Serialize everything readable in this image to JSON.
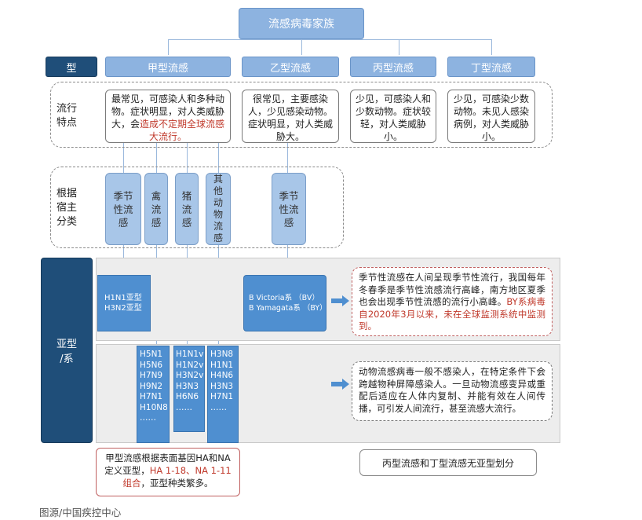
{
  "title": "流感病毒家族",
  "type_label": "型",
  "types": [
    "甲型流感",
    "乙型流感",
    "丙型流感",
    "丁型流感"
  ],
  "epi_label": "流行\n特点",
  "epi": {
    "a_plain": "最常见，可感染人和多种动物。症状明显，对人类威胁大，会",
    "a_red": "造成不定期全球流感大流行。",
    "b": "很常见，主要感染人，少见感染动物。症状明显，对人类威胁大。",
    "c": "少见，可感染人和少数动物。症状较轻，对人类威胁小。",
    "d": "少见，可感染少数动物。未见人感染病例，对人类威胁小。"
  },
  "host_label": "根据\n宿主\n分类",
  "hosts_a": [
    "季节\n性流\n感",
    "禽\n流\n感",
    "猪\n流\n感",
    "其\n他\n动\n物\n流\n感"
  ],
  "host_b": "季节\n性流\n感",
  "subtype_label": "亚型\n/系",
  "seasonal_a": "H1N1亚型\nH3N2亚型",
  "seasonal_b": "B Victoria系 （BV）\nB Yamagata系 （BY）",
  "seasonal_note_plain": "季节性流感在人间呈现季节性流行，我国每年冬春季是季节性流感流行高峰，南方地区夏季也会出现季节性流感的流行小高峰。",
  "seasonal_note_red": "BY系病毒自2020年3月以来，未在全球监测系统中监测到。",
  "avian": [
    "H5N1",
    "H5N6",
    "H7N9",
    "H9N2",
    "H7N1",
    "H10N8",
    "……"
  ],
  "swine": [
    "H1N1v",
    "H1N2v",
    "H3N2v",
    "H3N3",
    "H6N6",
    "……"
  ],
  "other": [
    "H3N8",
    "H1N1",
    "H4N6",
    "H3N3",
    "H7N1",
    "……"
  ],
  "animal_note": "动物流感病毒一般不感染人，在特定条件下会跨越物种屏障感染人。一旦动物流感变异或重配后适应在人体内复制、并能有效在人间传播，可引发人间流行，甚至流感大流行。",
  "a_subtype_note_plain": "甲型流感根据表面基因HA和NA定义亚型，",
  "a_subtype_note_red": "HA 1-18、NA 1-11组合",
  "a_subtype_note_tail": "，亚型种类繁多。",
  "cd_note": "丙型流感和丁型流感无亚型划分",
  "source": "图源/中国疾控中心",
  "colors": {
    "header_blue": "#8db3e0",
    "dark_navy": "#1f4e79",
    "mid_blue": "#4f8fd0",
    "red": "#c0392b"
  }
}
